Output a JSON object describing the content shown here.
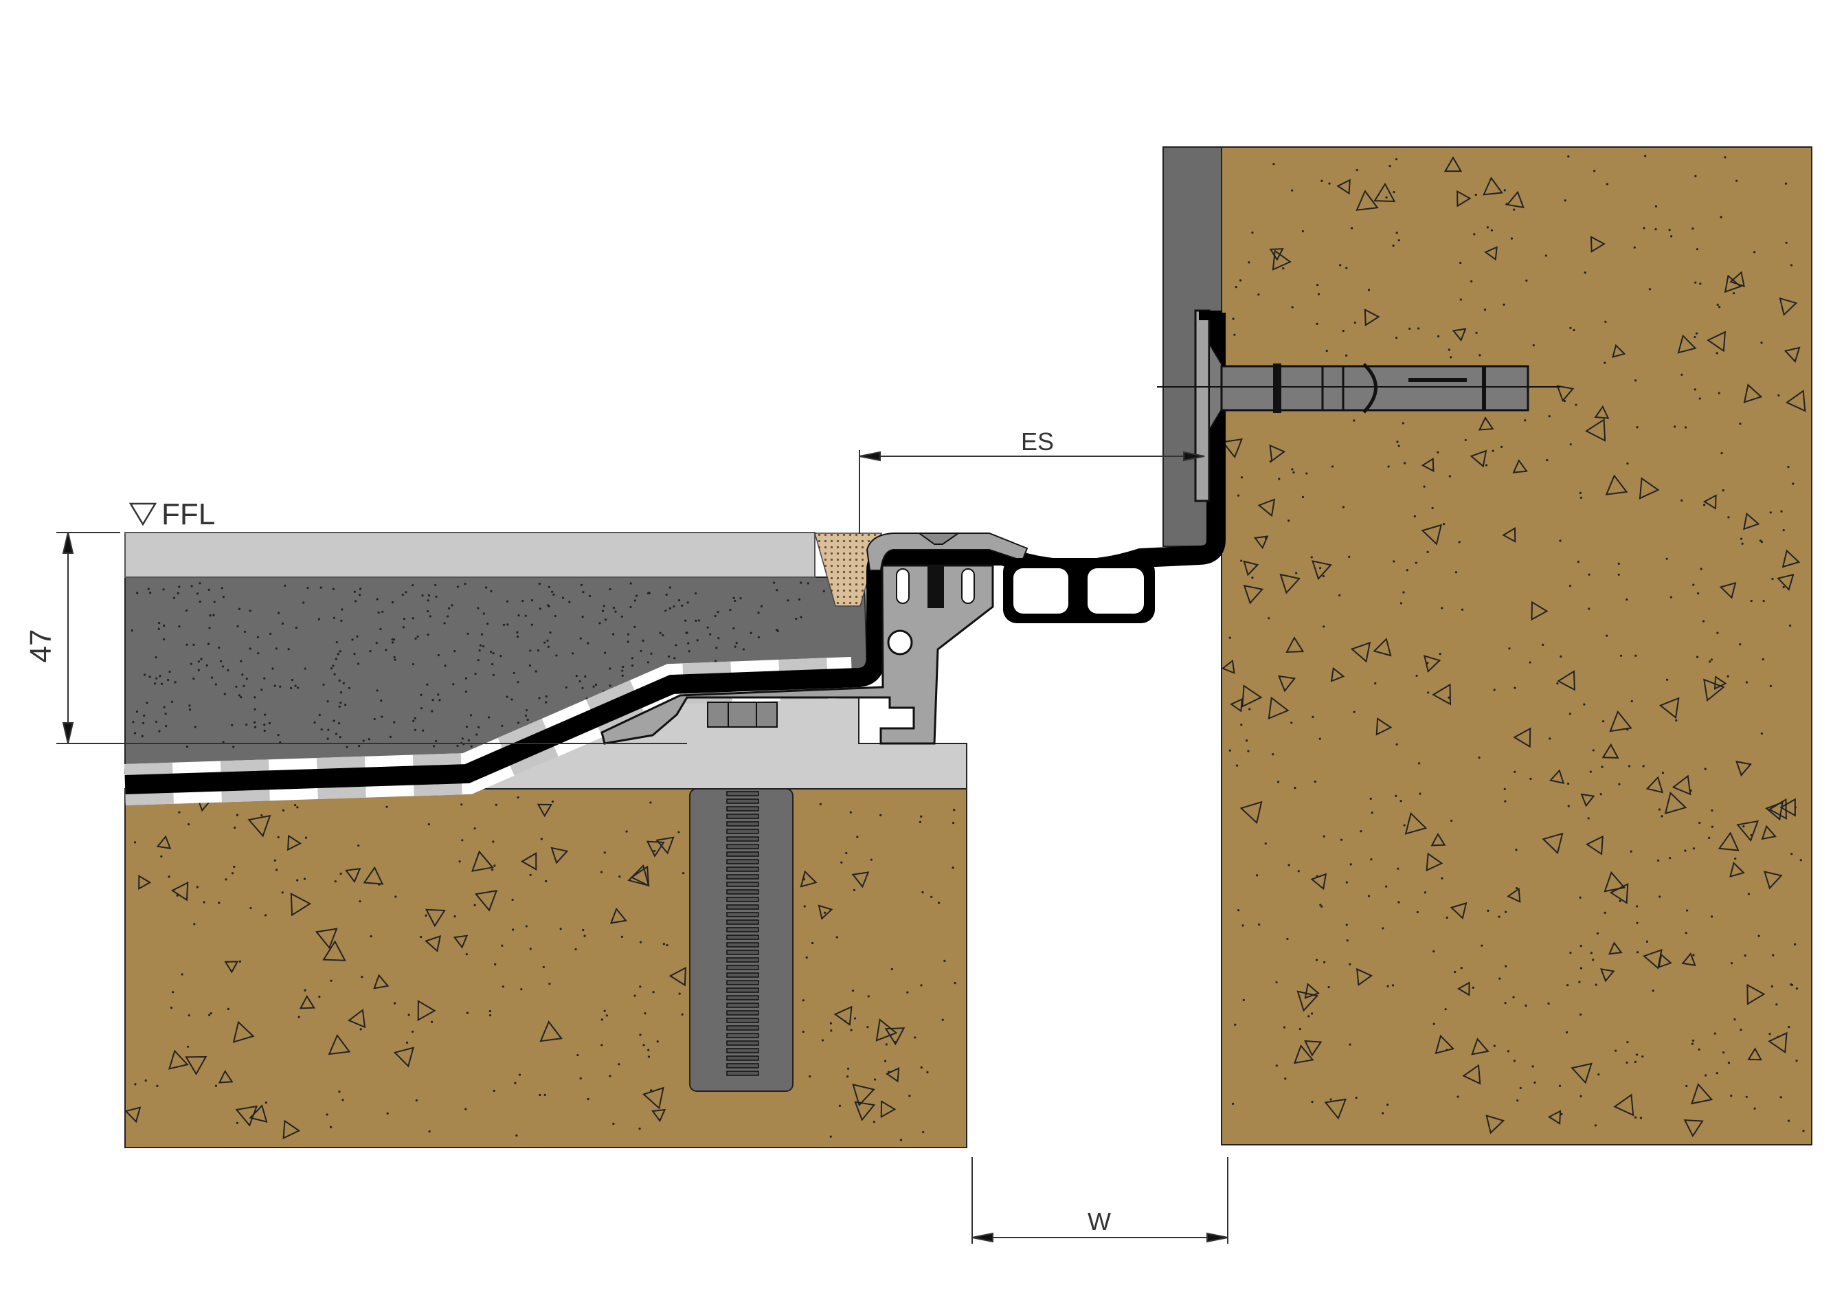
{
  "labels": {
    "ffl": "FFL",
    "height_dim": "47",
    "es_dim": "ES",
    "w_dim": "W"
  },
  "colors": {
    "substrate": "#a8874f",
    "screed": "#6b6b6b",
    "tile": "#c9c9c9",
    "base": "#cdcdcd",
    "profile": "#a3a3a3",
    "membrane": "#000000",
    "sealant": "#d9bf9a",
    "line": "#333333"
  },
  "icons": {
    "ffl_marker": "triangle-down-icon"
  }
}
